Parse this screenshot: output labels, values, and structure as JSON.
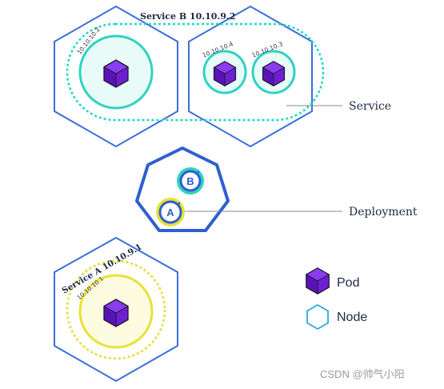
{
  "colors": {
    "node_outline": "#3b6fd8",
    "pod_ring_b": "#2ed3c0",
    "pod_ring_a": "#e7e334",
    "pod_cube": "#6d1fd1",
    "service_b_line": "#1fd8c4",
    "service_a_line": "#e2de2a",
    "deployment_outline": "#2f5fd0",
    "callout_line": "#8a8a8a"
  },
  "service_b": {
    "label": "Service B 10.10.9.2"
  },
  "service_a": {
    "label": "Service A  10.10.9.1"
  },
  "pods": {
    "p1": "10.10.10.2",
    "p2": "10.10.10.4",
    "p3": "10.10.10.3",
    "p4": "10.10.10.1"
  },
  "deployment": {
    "badge_b": "B",
    "badge_a": "A"
  },
  "callouts": {
    "service": "Service",
    "deployment": "Deployment"
  },
  "legend": {
    "pod": "Pod",
    "node": "Node"
  },
  "watermark": "CSDN @帅气小阳"
}
